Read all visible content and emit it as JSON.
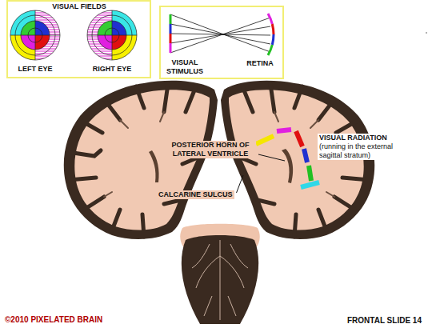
{
  "diagram": {
    "nodes": [
      {
        "text": [
          "VISUAL FIELDS",
          "LEFT EYE",
          "RIGHT EYE"
        ]
      },
      {
        "text": [
          "VISUAL STIMULUS",
          "RETINA"
        ]
      }
    ],
    "labels": [
      "POSTERIOR HORN OF LATERAL VENTRICLE",
      "VISUAL RADIATION",
      "(running in the external sagittal stratum)",
      "CALCARINE SULCUS",
      "©2010 PIXELATED BRAIN",
      "FRONTAL SLIDE 14"
    ]
  }
}
